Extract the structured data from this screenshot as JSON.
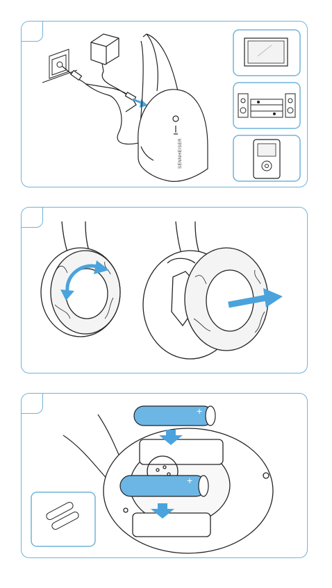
{
  "panels": [
    {
      "id": "connect-panel",
      "step": ""
    },
    {
      "id": "earpad-panel",
      "step": ""
    },
    {
      "id": "battery-panel",
      "step": ""
    }
  ],
  "colors": {
    "frame": "#6fb3d9",
    "arrow": "#4aa3dc",
    "battery": "#6cb6e6",
    "line": "#222222"
  },
  "transmitter": {
    "brand": "SENNHEISER"
  },
  "icons": [
    "tv-icon",
    "stereo-icon",
    "mp3-player-icon",
    "power-adapter-icon",
    "wall-socket-icon",
    "transmitter-icon",
    "earcup-icon",
    "battery-icon"
  ]
}
